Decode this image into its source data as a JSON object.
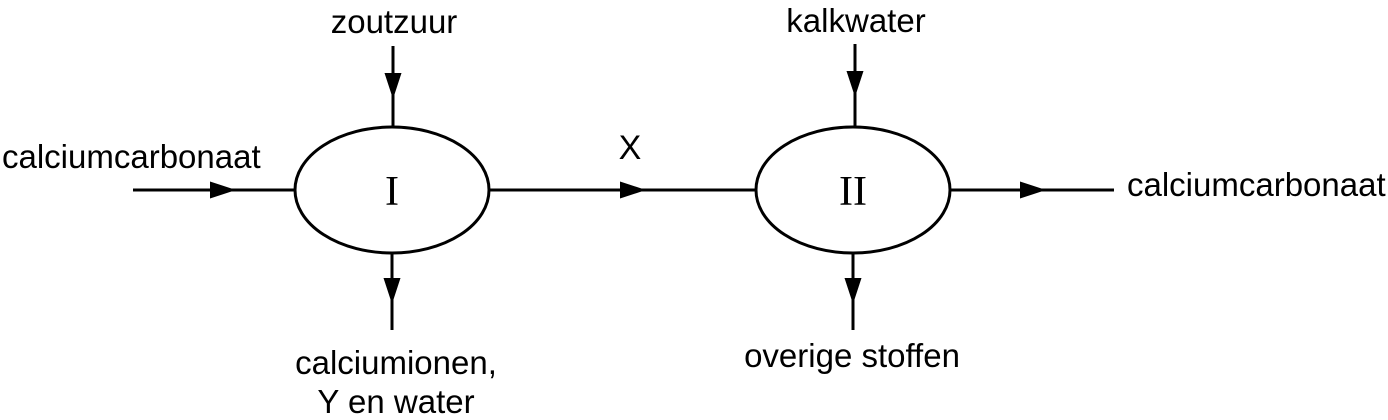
{
  "flowchart": {
    "background_color": "#ffffff",
    "line_color": "#000000",
    "left_input_label": "calciumcarbonaat",
    "process_1": {
      "label": "I",
      "top_input_label": "zoutzuur",
      "bottom_output_label": "calciumionen,\nY en water"
    },
    "intermediate_label": "X",
    "process_2": {
      "label": "II",
      "top_input_label": "kalkwater",
      "bottom_output_label": "overige stoffen"
    },
    "right_output_label": "calciumcarbonaat"
  }
}
